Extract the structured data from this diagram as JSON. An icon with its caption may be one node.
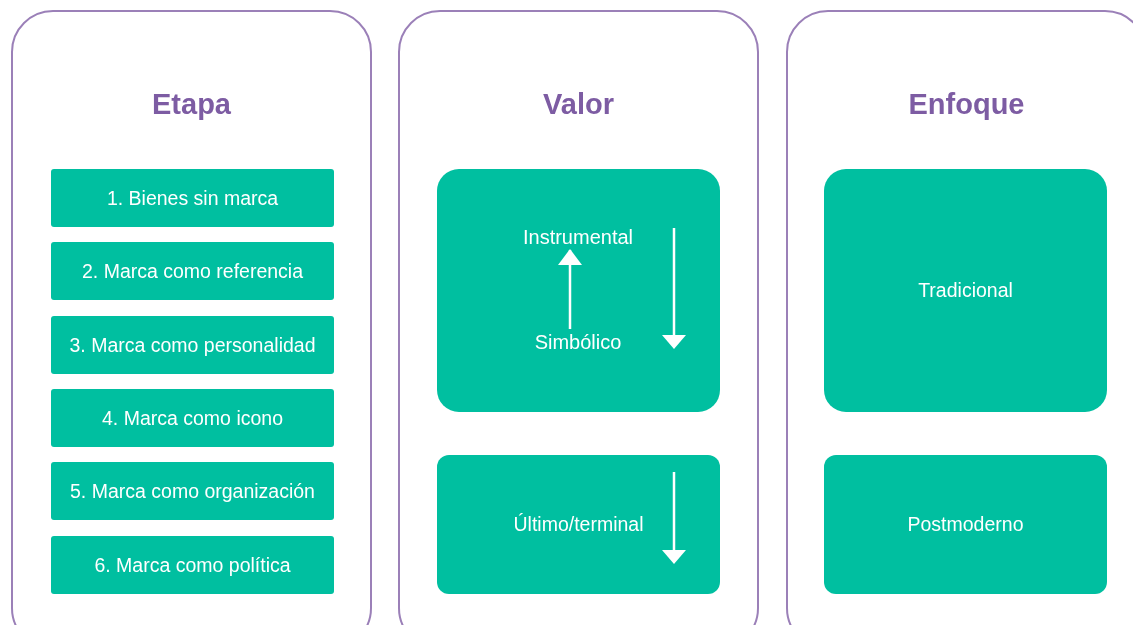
{
  "diagram": {
    "nodes": [
      {
        "text": [
          "Etapa"
        ]
      },
      {
        "text": [
          "1. Bienes sin marca"
        ],
        "in": 0
      },
      {
        "text": [
          "2. Marca como referencia"
        ],
        "in": 0
      },
      {
        "text": [
          "3. Marca como personalidad"
        ],
        "in": 0
      },
      {
        "text": [
          "4. Marca como icono"
        ],
        "in": 0
      },
      {
        "text": [
          "5. Marca como organización"
        ],
        "in": 0
      },
      {
        "text": [
          "6. Marca como política"
        ],
        "in": 0
      },
      {
        "text": [
          "Valor"
        ]
      },
      {
        "text": [],
        "shape": "box",
        "in": 7
      },
      {
        "text": [
          "Instrumental"
        ],
        "in": 8
      },
      {
        "text": [
          "Simbólico"
        ],
        "in": 8
      },
      {
        "text": [
          "Último/terminal"
        ],
        "in": 7
      },
      {
        "text": [
          "Enfoque"
        ]
      },
      {
        "text": [
          "Tradicional"
        ],
        "in": 12
      },
      {
        "text": [
          "Postmoderno"
        ],
        "in": 12
      }
    ],
    "edges": [
      {
        "from": 10,
        "to": 9,
        "arrow": "to"
      }
    ]
  }
}
